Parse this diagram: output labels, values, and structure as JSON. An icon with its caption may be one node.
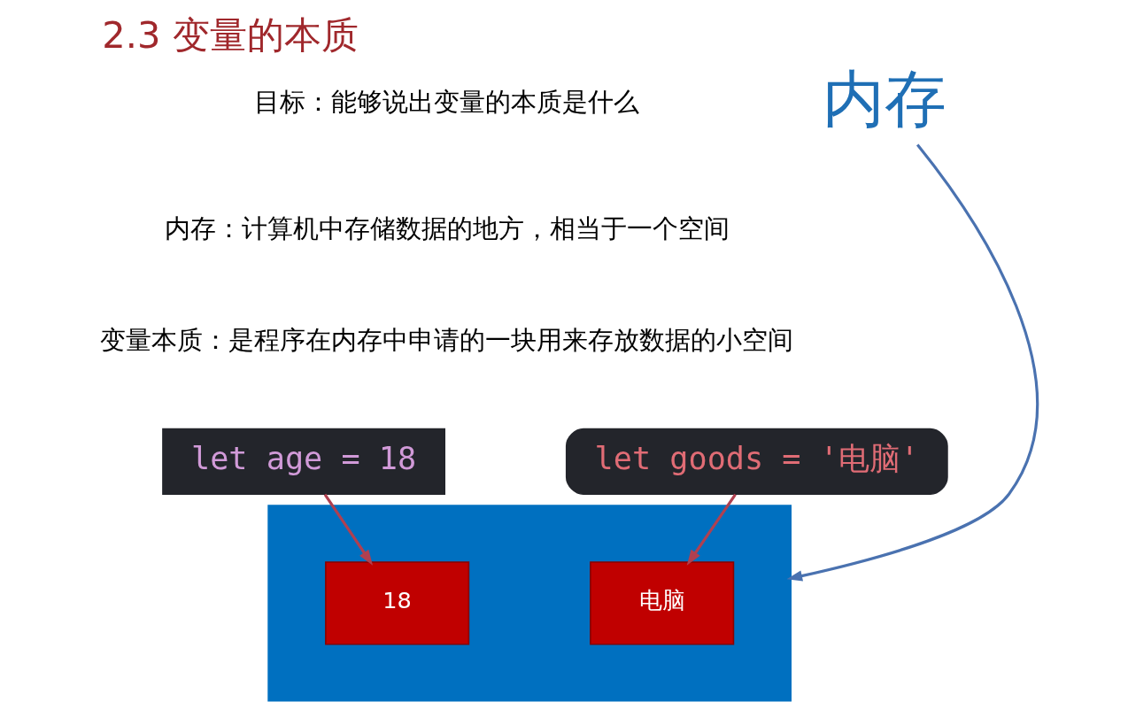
{
  "diagram": {
    "title": "2.3 变量的本质",
    "nodes": [
      {
        "text": [
          "let age = 18"
        ]
      },
      {
        "text": [
          "let goods = '电脑'"
        ]
      },
      {
        "text": [],
        "shape": "box"
      },
      {
        "text": [
          "18"
        ],
        "in": 2
      },
      {
        "text": [
          "电脑"
        ],
        "in": 2
      },
      {
        "text": [
          "内存"
        ]
      }
    ],
    "edges": [
      {
        "from": 0,
        "to": 3,
        "arrow": "to"
      },
      {
        "from": 1,
        "to": 4,
        "arrow": "to"
      },
      {
        "from": 5,
        "to": 2,
        "arrow": "to",
        "color": "#4a72b0"
      }
    ],
    "labels": [
      "目标：能够说出变量的本质是什么",
      "内存：计算机中存储数据的地方，相当于一个空间",
      "变量本质：是程序在内存中申请的一块用来存放数据的小空间"
    ]
  }
}
